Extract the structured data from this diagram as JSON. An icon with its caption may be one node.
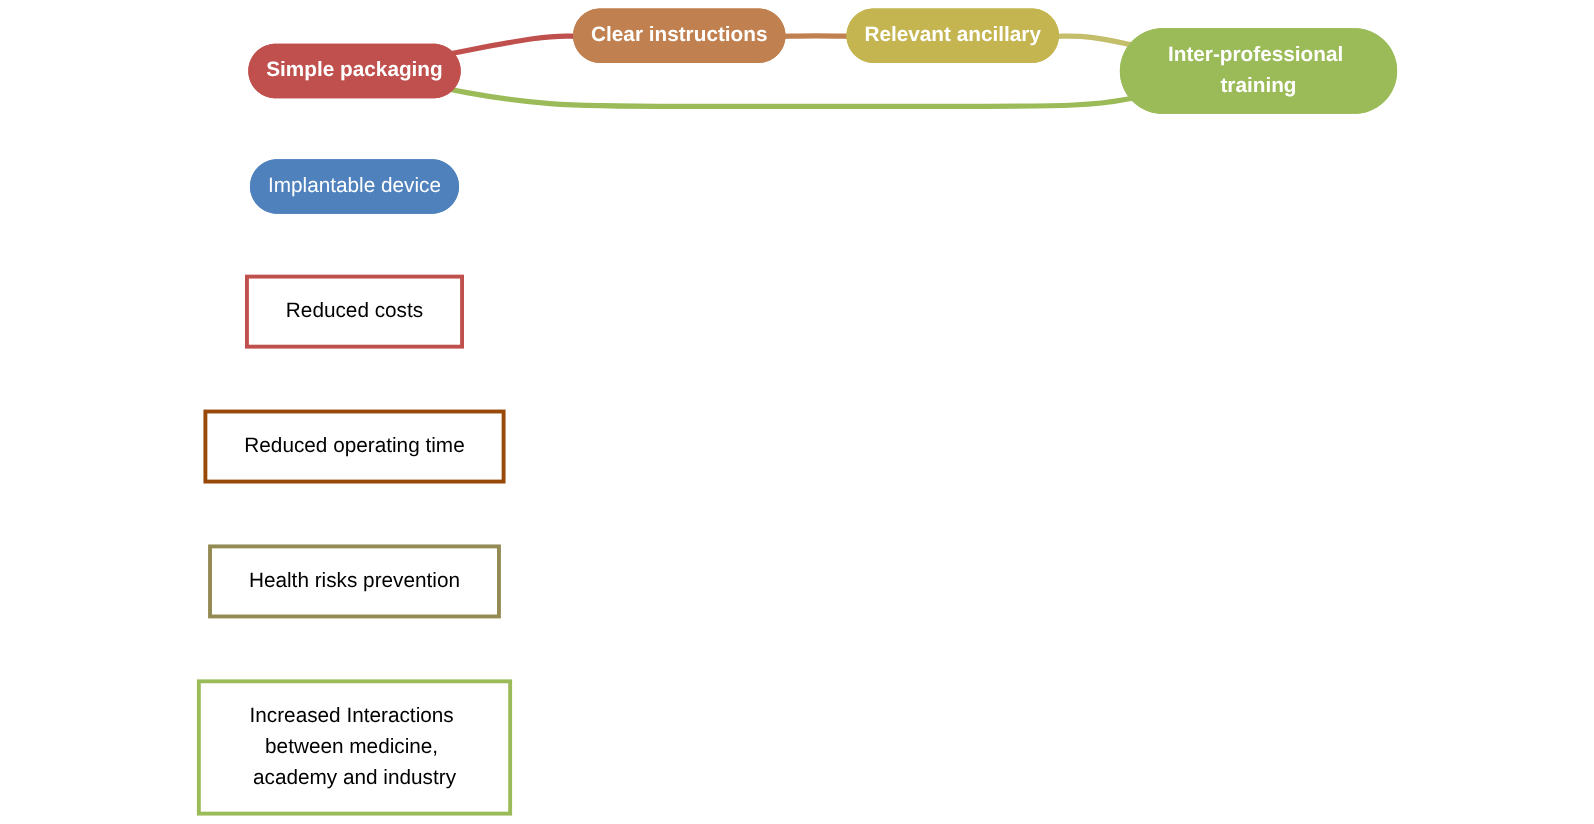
{
  "diagram": {
    "nodes": [
      {
        "text": [
          "Simple packaging"
        ]
      },
      {
        "text": [
          "Clear instructions"
        ]
      },
      {
        "text": [
          "Relevant ancillary"
        ]
      },
      {
        "text": [
          "Inter-professional training"
        ]
      },
      {
        "text": [
          "Implantable device"
        ]
      },
      {
        "text": [
          "Reduced costs"
        ]
      },
      {
        "text": [
          "Reduced operating time"
        ]
      },
      {
        "text": [
          "Health risks prevention"
        ]
      },
      {
        "text": [
          "Increased Interactions between medicine, academy and industry"
        ]
      }
    ],
    "edges": [
      {
        "from": 0,
        "to": 1,
        "arrow": "none",
        "color": "#c0504d"
      },
      {
        "from": 1,
        "to": 2,
        "arrow": "none",
        "color": "#c0804f"
      },
      {
        "from": 2,
        "to": 3,
        "arrow": "none",
        "color": "#c4bd6a"
      },
      {
        "from": 3,
        "to": 0,
        "arrow": "none",
        "color": "#9bbb59"
      }
    ]
  }
}
